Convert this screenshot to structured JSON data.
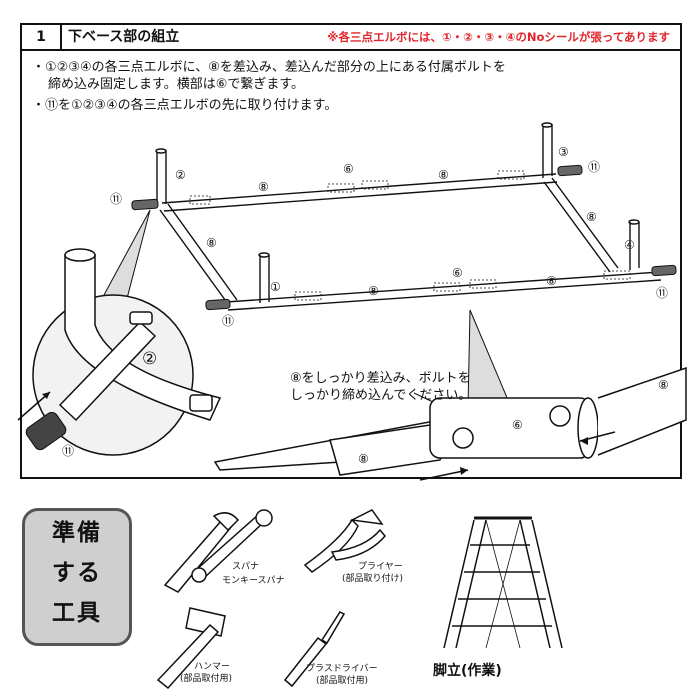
{
  "step": {
    "number": "1",
    "title": "下ベース部の組立",
    "note": "※各三点エルボには、①・②・③・④のNoシールが張ってあります",
    "bullets": [
      "・①②③④の各三点エルボに、⑧を差込み、差込んだ部分の上にある付属ボルトを",
      "締め込み固定します。横部は⑥で繋ぎます。",
      "・⑪を①②③④の各三点エルボの先に取り付けます。"
    ]
  },
  "diagram": {
    "labels": {
      "e1": "①",
      "e2": "②",
      "e3": "③",
      "e4": "④",
      "p6a": "⑥",
      "p6b": "⑥",
      "p6c": "⑥",
      "p8a": "⑧",
      "p8b": "⑧",
      "p8c": "⑧",
      "p8d": "⑧",
      "p8e": "⑧",
      "p8f": "⑧",
      "p8g": "⑧",
      "p8h": "⑧",
      "p11a": "⑪",
      "p11b": "⑪",
      "p11c": "⑪",
      "p11d": "⑪",
      "p11e": "⑪",
      "zoom2": "②"
    },
    "instruction_line1": "⑧をしっかり差込み、ボルトを",
    "instruction_line2": "しっかり締め込んでください。"
  },
  "tools": {
    "box_lines": [
      "準備",
      "する",
      "工具"
    ],
    "spanner": "スパナ",
    "monkey_wrench": "モンキースパナ",
    "pliers": "プライヤー",
    "pliers_note": "(部品取り付け)",
    "hammer": "ハンマー",
    "hammer_note": "(部品取付用)",
    "screwdriver": "プラスドライバー",
    "screwdriver_note": "(部品取付用)",
    "stepladder": "脚立(作業)"
  }
}
